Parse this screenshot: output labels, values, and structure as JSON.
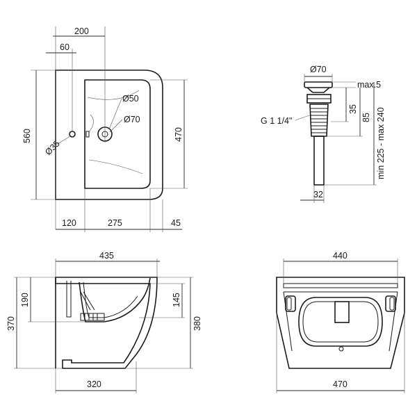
{
  "colors": {
    "line": "#1a1a1a",
    "background": "#ffffff"
  },
  "top_view": {
    "dim_200": "200",
    "dim_60": "60",
    "dim_560": "560",
    "dim_470": "470",
    "dim_50": "Ø50",
    "dim_70": "Ø70",
    "dim_35": "Ø35",
    "dim_120": "120",
    "dim_275": "275",
    "dim_45": "45"
  },
  "drain_view": {
    "dim_70": "Ø70",
    "dim_max5": "max.5",
    "dim_35": "35",
    "dim_85": "85",
    "thread": "G 1 1/4\"",
    "dim_range": "min 225 - max 240",
    "dim_32": "32"
  },
  "side_view": {
    "dim_435": "435",
    "dim_190": "190",
    "dim_370": "370",
    "dim_145": "145",
    "dim_380": "380",
    "dim_320": "320"
  },
  "back_view": {
    "dim_440": "440",
    "dim_470": "470"
  }
}
